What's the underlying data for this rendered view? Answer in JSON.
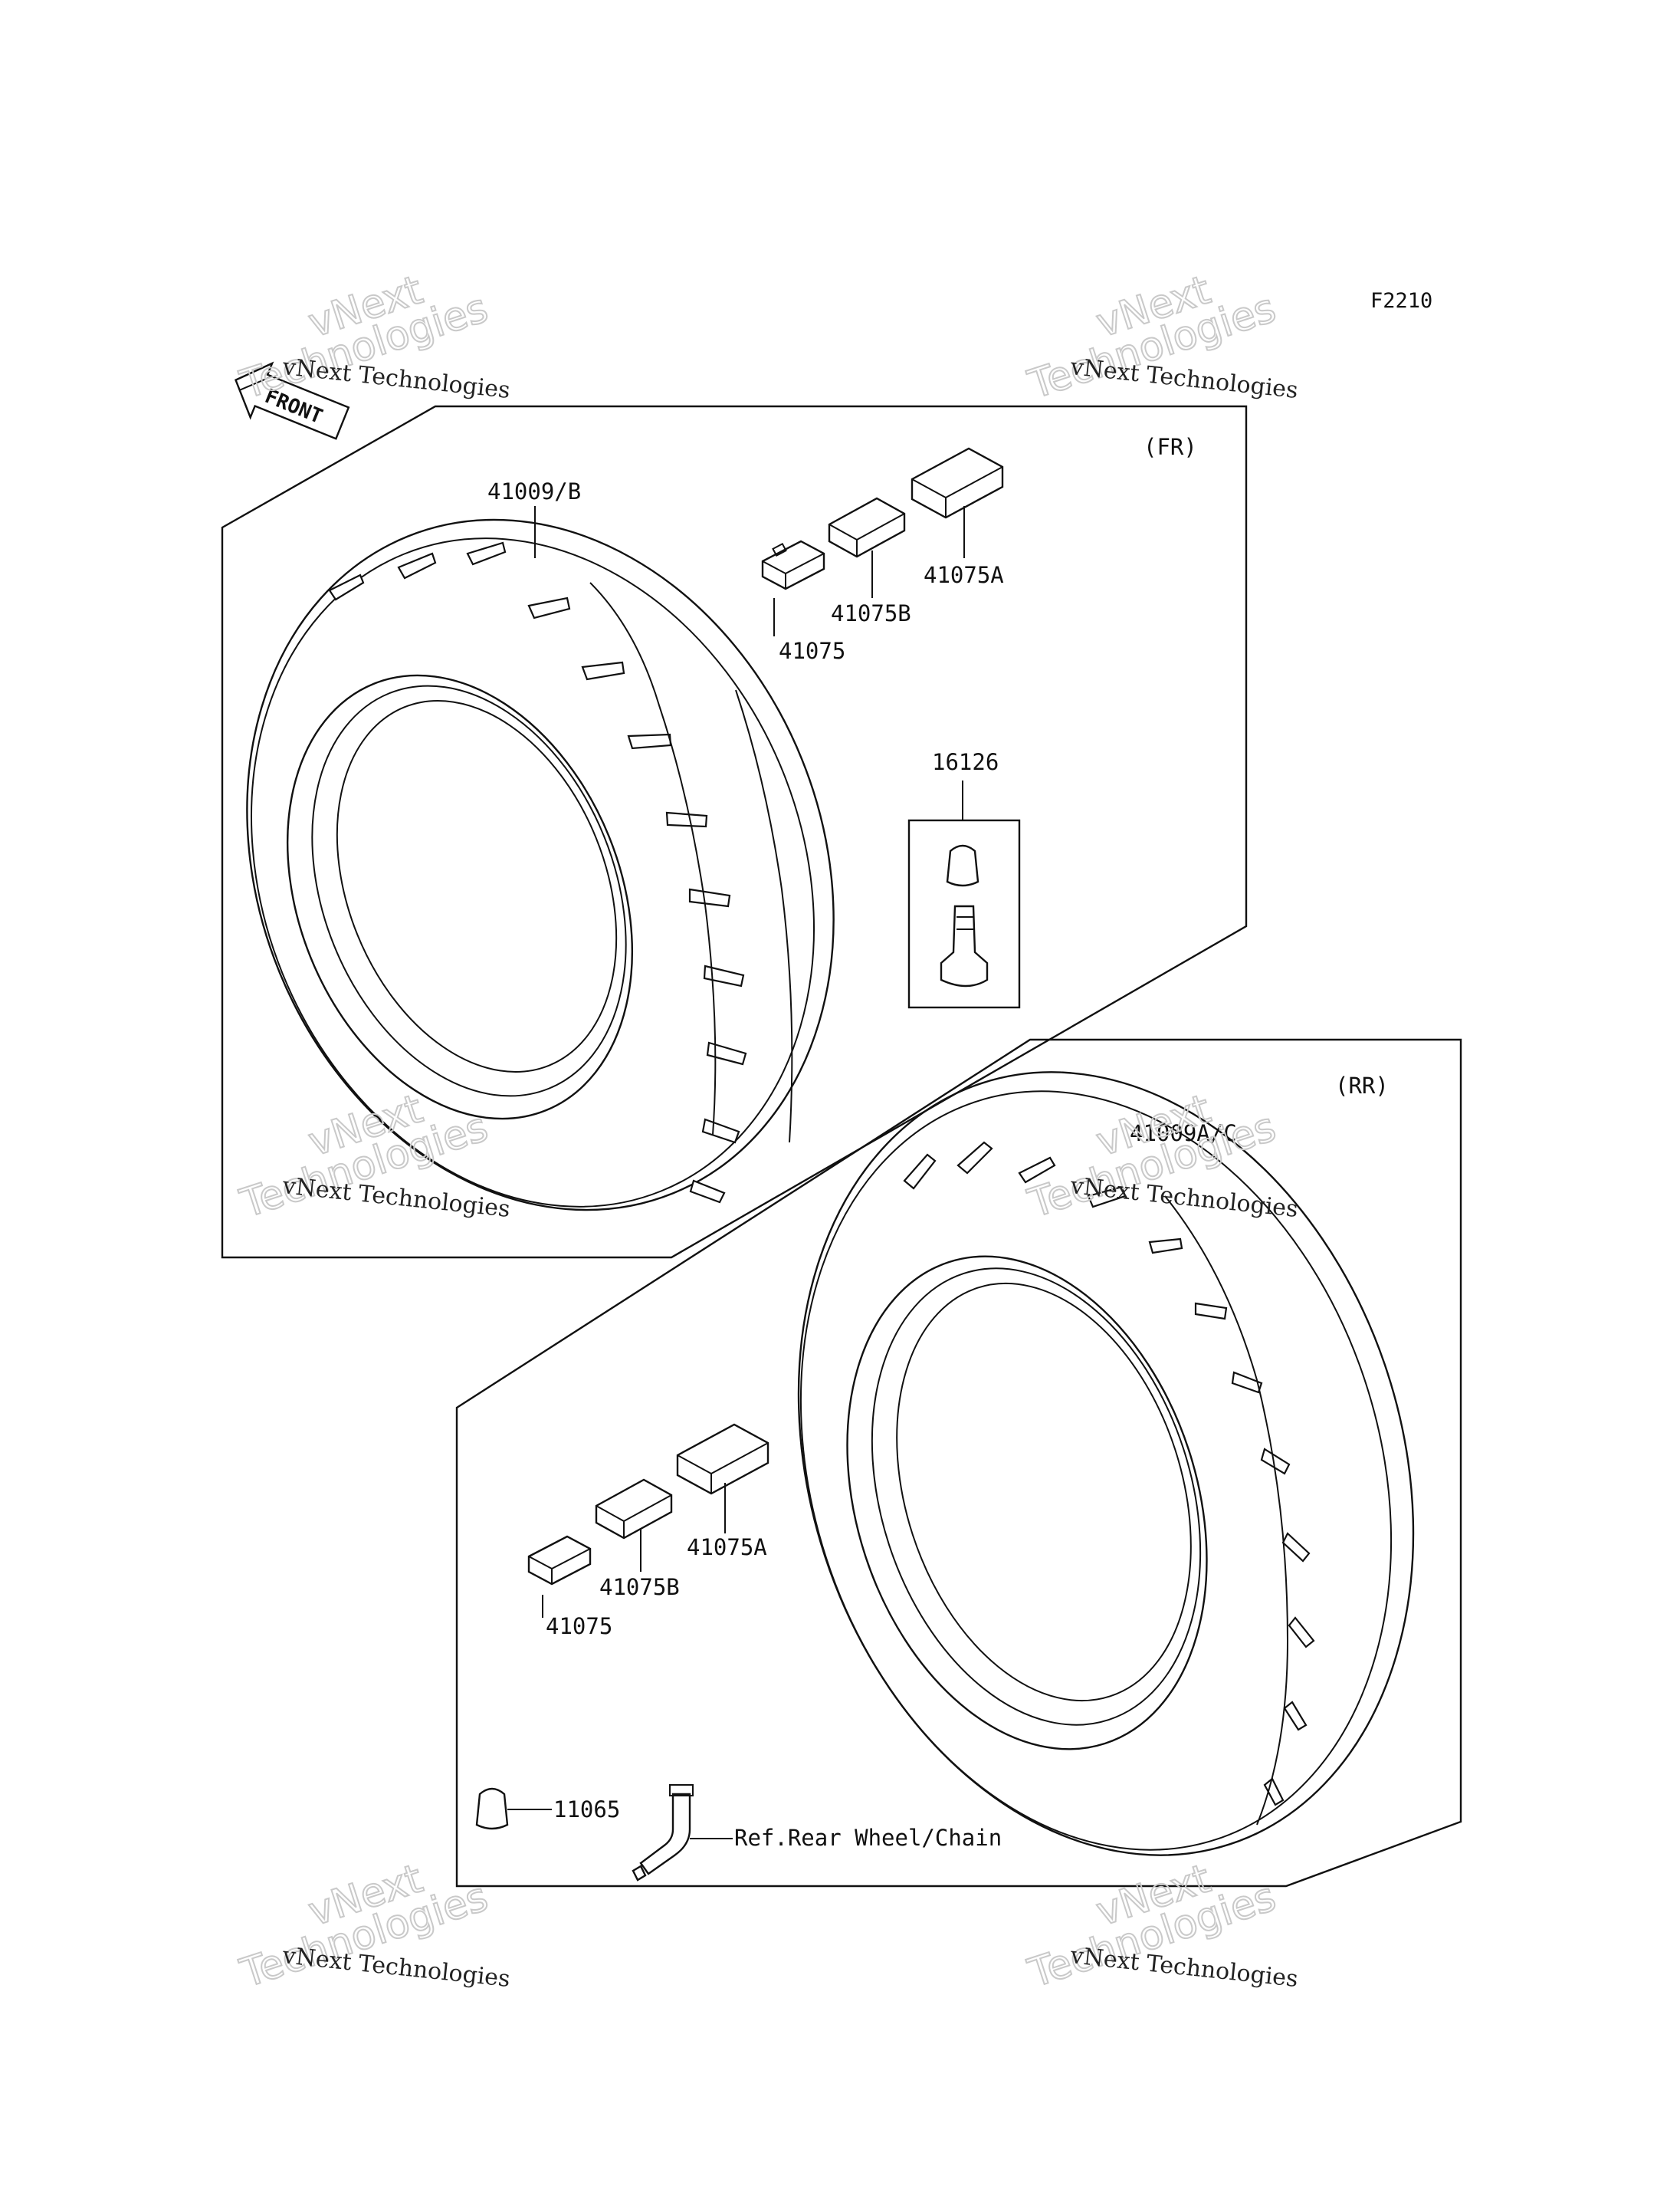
{
  "figure_code": "F2210",
  "front_arrow_text": "FRONT",
  "front_section": {
    "tag": "(FR)",
    "tire_part": "41009/B",
    "weights": [
      "41075",
      "41075B",
      "41075A"
    ],
    "valve_part": "16126"
  },
  "rear_section": {
    "tag": "(RR)",
    "tire_part": "41009A/C",
    "weights": [
      "41075",
      "41075B",
      "41075A"
    ],
    "cap_part": "11065",
    "valve_ref": "Ref.Rear Wheel/Chain"
  },
  "watermark": {
    "line1": "vNext",
    "line2": "Technologies",
    "small": "vNext Technologies"
  }
}
